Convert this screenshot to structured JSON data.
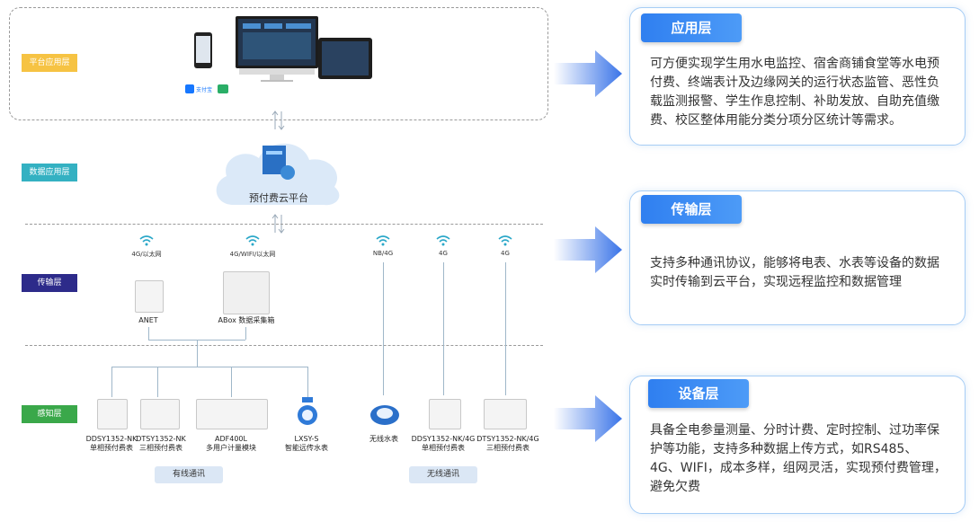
{
  "layers": {
    "platform": "平台应用层",
    "data": "数据应用层",
    "transport": "传输层",
    "sensing": "感知层"
  },
  "cloud_label": "预付费云平台",
  "app_icons": {
    "alipay": "支付宝",
    "wechat": "wechat-icon"
  },
  "network": {
    "net1": "4G/以太网",
    "net2": "4G/WIFI/以太网",
    "net3": "NB/4G",
    "net4": "4G",
    "net5": "4G"
  },
  "gateways": {
    "anet": "ANET",
    "abox": "ABox 数据采集箱"
  },
  "devices": {
    "d1": "DDSY1352-NK\n单相预付费表",
    "d2": "DTSY1352-NK\n三相预付费表",
    "d3": "ADF400L\n多用户计量模块",
    "d4": "LXSY-S\n智能远传水表",
    "d5": "无线水表",
    "d6": "DDSY1352-NK/4G\n单相预付费表",
    "d7": "DTSY1352-NK/4G\n三相预付费表"
  },
  "comm": {
    "wired": "有线通讯",
    "wireless": "无线通讯"
  },
  "panels": [
    {
      "title": "应用层",
      "text": "可方便实现学生用水电监控、宿舍商铺食堂等水电预付费、终端表计及边缘网关的运行状态监管、恶性负载监测报警、学生作息控制、补助发放、自助充值缴费、校区整体用能分类分项分区统计等需求。"
    },
    {
      "title": "传输层",
      "text": "支持多种通讯协议，能够将电表、水表等设备的数据实时传输到云平台，实现远程监控和数据管理"
    },
    {
      "title": "设备层",
      "text": "具备全电参量测量、分时计费、定时控制、过功率保护等功能，支持多种数据上传方式，如RS485、4G、WIFI，成本多样，组网灵活，实现预付费管理，避免欠费"
    }
  ],
  "colors": {
    "accent": "#2f7ff0",
    "panel_border": "#a6cdf5"
  }
}
